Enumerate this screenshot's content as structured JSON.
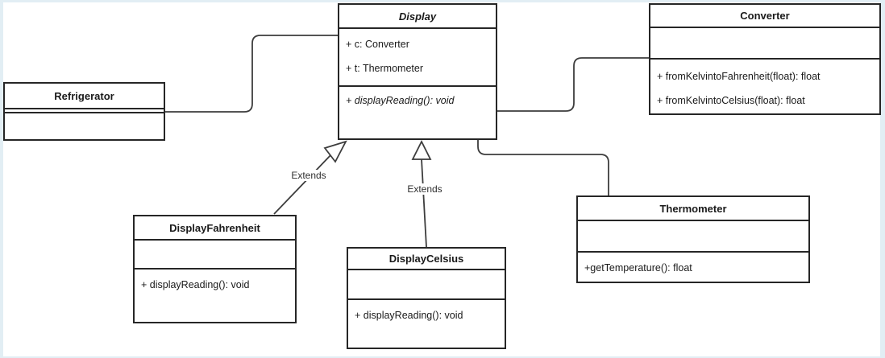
{
  "diagram_type": "uml-class-diagram",
  "classes": {
    "display": {
      "name": "Display",
      "abstract": true,
      "attributes": [
        "+ c: Converter",
        "+ t: Thermometer"
      ],
      "methods": [
        "+ displayReading(): void"
      ]
    },
    "converter": {
      "name": "Converter",
      "attributes": [],
      "methods": [
        "+ fromKelvintoFahrenheit(float): float",
        "+ fromKelvintoCelsius(float): float"
      ]
    },
    "refrigerator": {
      "name": "Refrigerator",
      "attributes": [],
      "methods": []
    },
    "display_fahrenheit": {
      "name": "DisplayFahrenheit",
      "attributes": [],
      "methods": [
        "+ displayReading(): void"
      ]
    },
    "display_celsius": {
      "name": "DisplayCelsius",
      "attributes": [],
      "methods": [
        "+ displayReading(): void"
      ]
    },
    "thermometer": {
      "name": "Thermometer",
      "attributes": [],
      "methods": [
        "+getTemperature(): float"
      ]
    }
  },
  "relationships": {
    "fahrenheit_extends_display": {
      "type": "generalization",
      "label": "Extends",
      "from": "DisplayFahrenheit",
      "to": "Display"
    },
    "celsius_extends_display": {
      "type": "generalization",
      "label": "Extends",
      "from": "DisplayCelsius",
      "to": "Display"
    },
    "refrigerator_display": {
      "type": "association",
      "from": "Refrigerator",
      "to": "Display"
    },
    "display_converter": {
      "type": "association",
      "from": "Display",
      "to": "Converter"
    },
    "display_thermometer": {
      "type": "association",
      "from": "Display",
      "to": "Thermometer"
    }
  },
  "colors": {
    "canvas_frame": "#e2eef4",
    "box_border": "#262626",
    "connector": "#3d3d3d",
    "background": "#ffffff",
    "text": "#1a1a1a"
  }
}
